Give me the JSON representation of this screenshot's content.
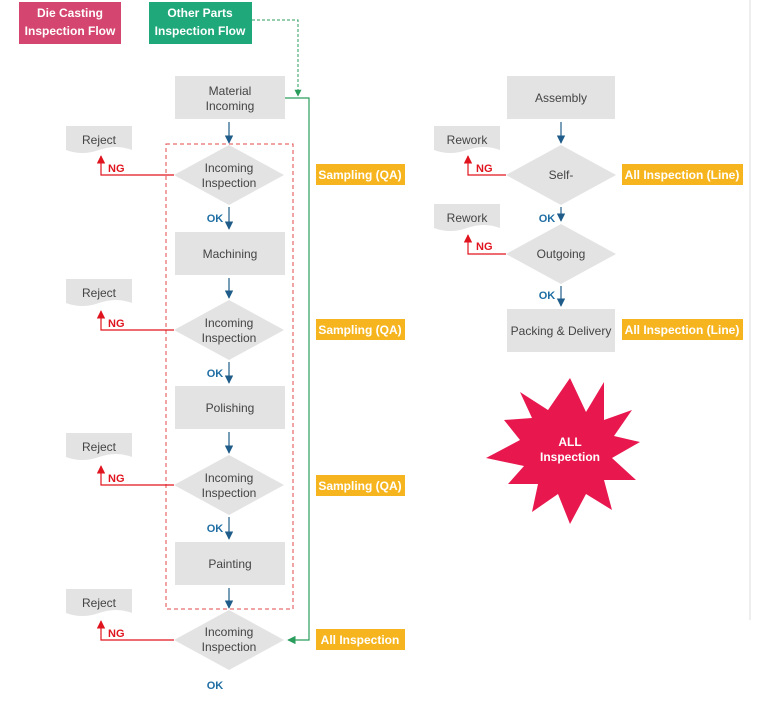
{
  "legend": {
    "die_casting": [
      "Die Casting",
      "Inspection Flow"
    ],
    "other_parts": [
      "Other Parts",
      "Inspection Flow"
    ]
  },
  "left_flow": {
    "material_incoming": [
      "Material",
      "Incoming"
    ],
    "machining": "Machining",
    "polishing": "Polishing",
    "painting": "Painting",
    "incoming_inspection": [
      "Incoming",
      "Inspection"
    ],
    "reject": "Reject",
    "ng": "NG",
    "ok": "OK",
    "sampling_qa": "Sampling (QA)",
    "all_inspection": "All Inspection"
  },
  "right_flow": {
    "assembly": "Assembly",
    "self": "Self-",
    "outgoing": "Outgoing",
    "packing_delivery": "Packing & Delivery",
    "rework": "Rework",
    "ng": "NG",
    "ok": "OK",
    "all_inspection_line": "All Inspection (Line)"
  },
  "starburst": [
    "ALL",
    "Inspection"
  ],
  "colors": {
    "die_casting": "#d4456f",
    "other_parts": "#1fa87a",
    "box_fill": "#e3e3e3",
    "text_dark": "#444444",
    "flow_arrow": "#1f5c8a",
    "ok_text": "#1f6ea3",
    "ng_red": "#e0141e",
    "sampling_fill": "#f6b51e",
    "green_line": "#2a9d5c",
    "dashed_red": "#e24a4a",
    "starburst": "#e8184f"
  }
}
